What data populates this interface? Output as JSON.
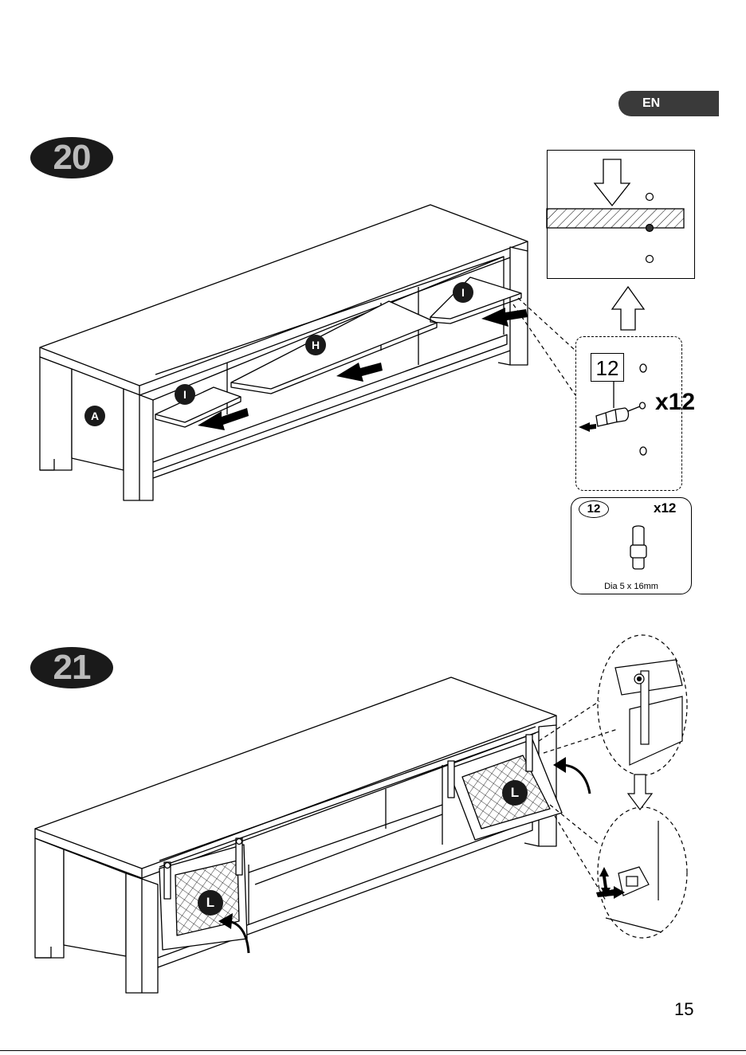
{
  "language_tab": "EN",
  "steps": {
    "step20": {
      "number": "20",
      "part_labels": [
        "A",
        "H",
        "I",
        "I"
      ],
      "callout": {
        "part_number": "12",
        "quantity": "x12"
      },
      "part_card": {
        "part_number": "12",
        "quantity": "x12",
        "size": "Dia 5 x 16mm"
      }
    },
    "step21": {
      "number": "21",
      "part_labels": [
        "L",
        "L"
      ]
    }
  },
  "page_number": "15",
  "colors": {
    "ink": "#000000",
    "badge": "#1a1a1a",
    "tab": "#3a3a3a"
  }
}
